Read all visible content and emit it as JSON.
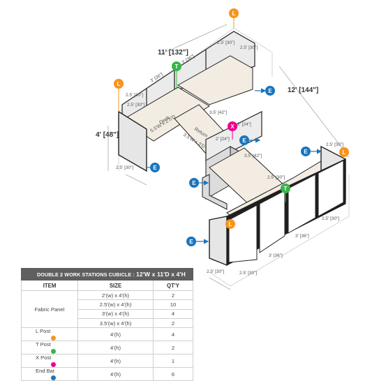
{
  "colors": {
    "l_post": "#f7941d",
    "t_post": "#39b54a",
    "x_post": "#ec008c",
    "end_bar": "#1c75bc",
    "frame": "#222222",
    "surface": "#f3ece2",
    "table_header": "#5f5f5f"
  },
  "badges": {
    "l": "L",
    "t": "T",
    "x": "X",
    "e": "E"
  },
  "dimensions": {
    "overall_width": "11' [132\"]",
    "overall_depth": "12' [144\"]",
    "height": "4' [48\"]",
    "d25": "2.5' [30\"]",
    "d3": "3' [36\"]",
    "d35": "3.5' [42\"]",
    "d2": "2' [24\"]"
  },
  "labels": {
    "desk": "Desk",
    "desk_size": "5.5'W x 2.5'D",
    "return": "Return",
    "return_size": "3.5'W x 2'D"
  },
  "table": {
    "title_a": "DOUBLE 2 WORK STATIONS CUBICLE : ",
    "title_b": "12'W x 11'D x 4'H",
    "headers": {
      "item": "ITEM",
      "size": "SIZE",
      "qty": "QT'Y"
    },
    "fabric_panel": "Fabric Panel",
    "fabric_rows": [
      {
        "size": "2'(w) x 4'(h)",
        "qty": "2"
      },
      {
        "size": "2.5'(w) x 4'(h)",
        "qty": "10"
      },
      {
        "size": "3'(w) x 4'(h)",
        "qty": "4"
      },
      {
        "size": "3.5'(w) x 4'(h)",
        "qty": "2"
      }
    ],
    "post_rows": [
      {
        "item": "L Post",
        "size": "4'(h)",
        "qty": "4"
      },
      {
        "item": "T Post",
        "size": "4'(h)",
        "qty": "2"
      },
      {
        "item": "X Post",
        "size": "4'(h)",
        "qty": "1"
      },
      {
        "item": "End Bar",
        "size": "4'(h)",
        "qty": "6"
      }
    ]
  }
}
